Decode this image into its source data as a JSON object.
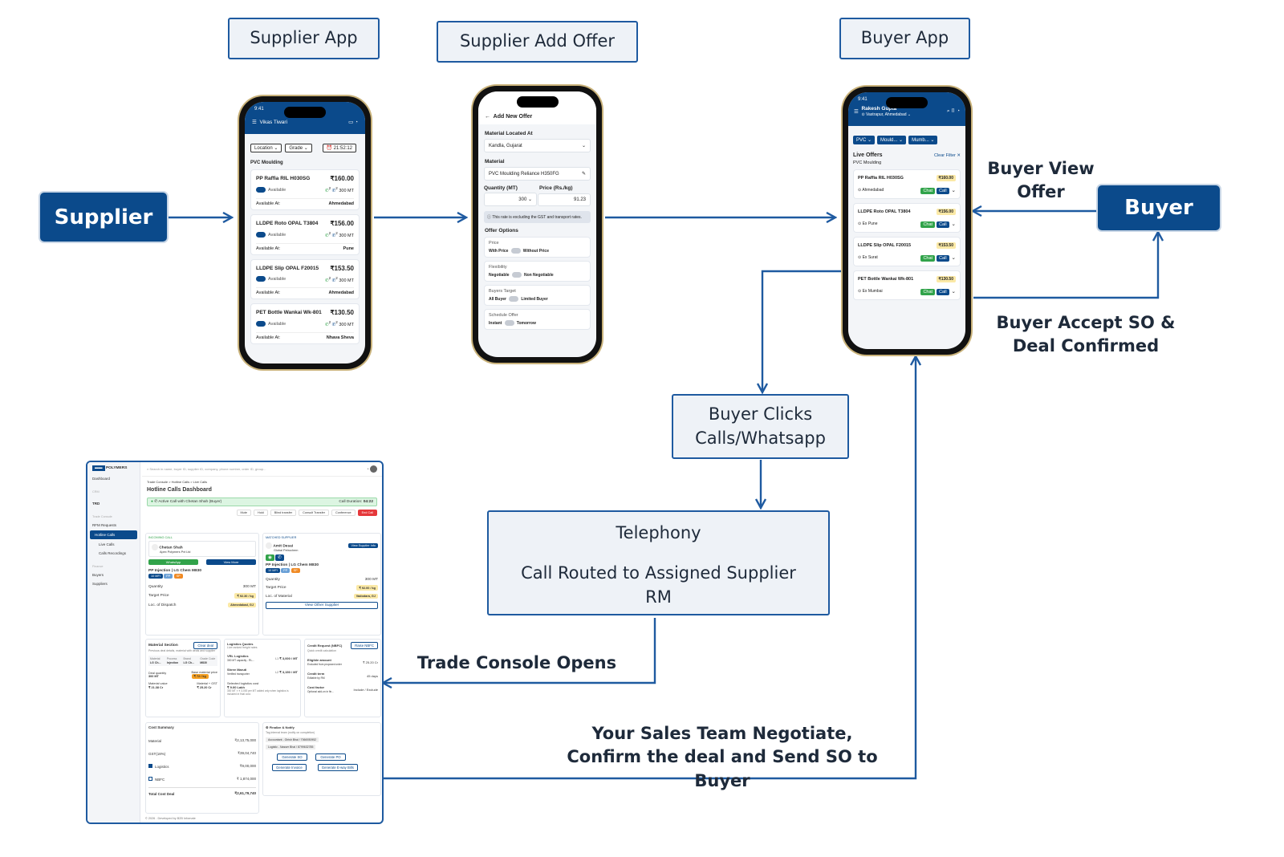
{
  "nodes": {
    "supplier_app": "Supplier App",
    "supplier_add_offer": "Supplier Add Offer",
    "buyer_app": "Buyer App",
    "supplier": "Supplier",
    "buyer": "Buyer",
    "buyer_clicks": "Buyer Clicks Calls/Whatsapp",
    "telephony_title": "Telephony",
    "telephony_body": "Call Routed to Assigned Supplier RM"
  },
  "edges": {
    "buyer_view_offer": "Buyer View Offer",
    "buyer_accept": "Buyer Accept SO & Deal Confirmed",
    "trade_console_opens": "Trade Console Opens",
    "sales_team": "Your Sales Team Negotiate, Confirm the deal and Send SO to Buyer"
  },
  "colors": {
    "primary": "#0b4a8b",
    "node_fill": "#eef2f7",
    "arrow": "#1e5aa0"
  },
  "supplier_phone": {
    "time": "9:41",
    "user": "Vikas Tiwari",
    "filter_location": "Location",
    "filter_grade": "Grade",
    "timer": "21:52:12",
    "section": "PVC Moulding",
    "listings": [
      {
        "name": "PP Raffia RIL H030SG",
        "price": "₹160.00",
        "status": "Available",
        "calls1": "2",
        "calls2": "2",
        "qty": "300",
        "unit": "MT",
        "available_at_label": "Available At:",
        "location": "Ahmedabad"
      },
      {
        "name": "LLDPE Roto OPAL T3804",
        "price": "₹156.00",
        "status": "Available",
        "calls1": "2",
        "calls2": "2",
        "qty": "300",
        "unit": "MT",
        "available_at_label": "Available At:",
        "location": "Pune"
      },
      {
        "name": "LLDPE Slip OPAL F20015",
        "price": "₹153.50",
        "status": "Available",
        "calls1": "2",
        "calls2": "2",
        "qty": "300",
        "unit": "MT",
        "available_at_label": "Available At:",
        "location": "Ahmedabad"
      },
      {
        "name": "PET Bottle Wankai Wk-801",
        "price": "₹130.50",
        "status": "Available",
        "calls1": "2",
        "calls2": "2",
        "qty": "300",
        "unit": "MT",
        "available_at_label": "Available At:",
        "location": "Nhava Sheva"
      }
    ]
  },
  "offer_phone": {
    "title": "Add New Offer",
    "material_located_label": "Material Located At",
    "material_located_value": "Kandla, Gujarat",
    "material_label": "Material",
    "material_value": "PVC Moulding Reliance H350FG",
    "quantity_label": "Quantity (MT)",
    "quantity_value": "300",
    "price_label": "Price (Rs./kg)",
    "price_value": "91.23",
    "note": "This rate is excluding the GST and transport rates.",
    "options_title": "Offer Options",
    "options": [
      {
        "label": "Price",
        "left": "With Price",
        "right": "Without Price"
      },
      {
        "label": "Flexibility",
        "left": "Negotiable",
        "right": "Non Negotiable"
      },
      {
        "label": "Buyers Target",
        "left": "All Buyer",
        "right": "Limited Buyer"
      },
      {
        "label": "Schedule Offer",
        "left": "Instant",
        "right": "Tomorrow"
      }
    ]
  },
  "buyer_phone": {
    "time": "9:41",
    "user": "Rakesh Gupta",
    "location": "Vastrapur, Ahmedabad",
    "chips": [
      "PVC",
      "Mould...",
      "Mumb..."
    ],
    "live_offers": "Live Offers",
    "clear_filter": "Clear Filter",
    "section": "PVC Moulding",
    "chat_label": "Chat",
    "call_label": "Call",
    "offers": [
      {
        "name": "PP Raffia RIL H030SG",
        "price": "₹160.00",
        "location": "Ahmedabad"
      },
      {
        "name": "LLDPE Roto OPAL T3804",
        "price": "₹156.00",
        "location": "Ex Pune"
      },
      {
        "name": "LLDPE Slip  OPAL F20015",
        "price": "₹153.50",
        "location": "Ex Surat"
      },
      {
        "name": "PET Bottle Wankai Wk-801",
        "price": "₹130.50",
        "location": "Ex Mumbai"
      }
    ]
  },
  "dashboard": {
    "brand": "POLYMERS",
    "search_placeholder": "Search in name, buyer ID, supplier ID, company, phone number, order ID, group...",
    "nav": [
      "Dashboard",
      "CRM",
      "TRD",
      "Trade Console",
      "RFM Requests",
      "Hotline Calls",
      "Live Calls",
      "Calls Recordings",
      "Finance",
      "Buyers",
      "Suppliers"
    ],
    "breadcrumb": "Trade Console  >  Hotline Calls  >  Live Calls",
    "title": "Hotline Calls Dashboard",
    "active_call": "Active Call with Chetan Shah (Buyer)",
    "call_duration_label": "Call Duration",
    "call_duration": "04:22",
    "controls": [
      "Mute",
      "Hold",
      "Blind transfer",
      "Consult Transfer",
      "Conference",
      "End Call"
    ],
    "incoming_label": "INCOMING CALL",
    "caller_name": "Chetan Shah",
    "caller_company": "Apex Polymers Pvt Ltd",
    "whatsapp": "WhatsApp",
    "view_more": "View More",
    "product": "PP Injection | LG Chem M830",
    "tags": [
      "10 MFI",
      "PP",
      "SP"
    ],
    "quantity_label": "Quantity",
    "quantity": "300 MT",
    "target_price_label": "Target Price",
    "target_price": "₹ 92.30 / kg",
    "dispatch_label": "Loc. of Dispatch",
    "dispatch": "Ahmedabad, GJ",
    "matched_label": "MATCHED SUPPLIER",
    "supplier_name": "Amit Desai",
    "supplier_company": "Global Petrochem",
    "view_supplier": "View Supplier Info",
    "sup_product": "PP Injection | LG Chem M830",
    "sup_target": "₹ 92.00 / kg",
    "sup_loc_label": "Loc. of Material",
    "sup_loc": "Vadodara, GJ",
    "view_other": "View Other Supplier",
    "material_section": "Material Section",
    "material_sub": "Previous deal details, material with deals and supplier",
    "clear_deal": "Clear deal",
    "mat_cols": [
      "Material",
      "Process",
      "Brand",
      "Grade Code"
    ],
    "mat_vals": [
      "LG Ch...",
      "Injection",
      "LG Ch...",
      "M830"
    ],
    "deal_qty_label": "Deal quantity",
    "deal_qty": "300 MT",
    "base_price_label": "Base material price",
    "base_price": "₹ 72 / kg",
    "mat_value_label": "Material value",
    "mat_value": "₹ 21.38 Cr",
    "mat_gst_label": "Material + GST",
    "mat_gst": "₹ 25.20 Cr",
    "logistics_title": "Logistics Quotes",
    "logistics_sub": "Live ranked freight rates",
    "log1_name": "VRL Logistics",
    "log1_sub": "300 MT capacity - RL...",
    "log1_rank": "L1",
    "log1_price": "₹ 3,000 / MT",
    "log2_name": "Shree Maruti",
    "log2_sub": "Verified transporter",
    "log2_rank": "L2",
    "log2_price": "₹ 3,150 / MT",
    "selected_log_label": "Selected logistics cost",
    "selected_log": "₹ 9.00 Lakh",
    "selected_log_note": "300 MT × ₹ 3,000 per MT added only when logistics is included in final cost.",
    "credit_title": "Credit Request (NBFC)",
    "credit_sub": "Quick credit calculation",
    "raise_nbfc": "Raise NBFC",
    "eligible_label": "Eligible amount",
    "eligible_sub": "Excluded from proposed order",
    "eligible": "₹ 25.20 Cr",
    "credit_term_label": "Credit term",
    "credit_term_sub": "Editable by RM",
    "credit_term": "45 days",
    "cost_factor_label": "Cost factor",
    "cost_factor_sub": "Optional add-on in fin...",
    "cost_factor": "Include / Exclude",
    "cost_summary": "Cost Summary",
    "costs": [
      {
        "label": "Material",
        "value": "₹2,13,75,000"
      },
      {
        "label": "GST(18%)",
        "value": "₹39,04,740"
      },
      {
        "label": "Logistics",
        "value": "₹9,00,000"
      },
      {
        "label": "NBFC",
        "value": "₹ 1,874,000"
      }
    ],
    "total_label": "Total Cost Deal",
    "total": "₹2,61,79,740",
    "finalize": "Finalize & Notify",
    "finalize_sub": "Tag internal team (notify on completion)",
    "tag1": "Accountant - Girish Bhai / 7066930952",
    "tag2": "Logistic - Nasser Bhai / 8799632785",
    "gen_buttons": [
      "Generate SO",
      "Generate PO",
      "Generate Invoice",
      "Generate E-way Bills"
    ],
    "footer": "© 2026 . Developed by B2B Infomate"
  }
}
